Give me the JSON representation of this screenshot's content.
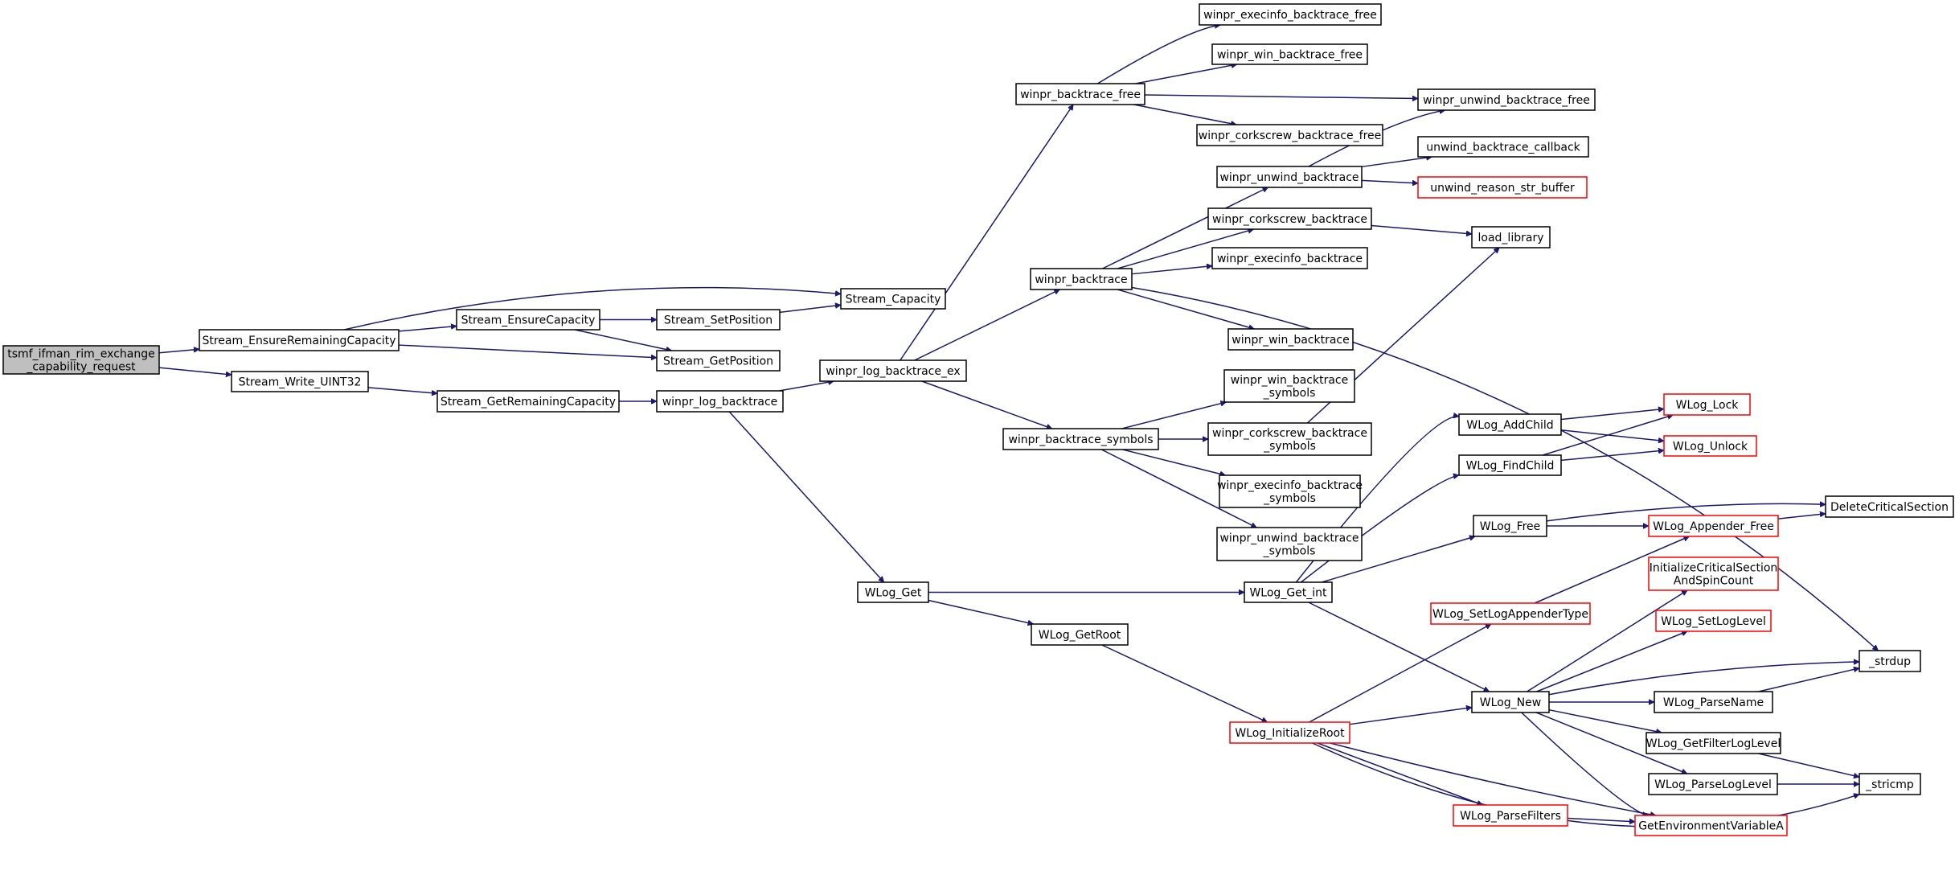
{
  "colors": {
    "edge": "#191970",
    "node_border": "#000000",
    "node_border_highlight": "#ff0000",
    "root_fill": "#bfbfbf",
    "node_fill": "#ffffff"
  },
  "nodes": [
    {
      "id": "root",
      "lines": [
        "tsmf_ifman_rim_exchange",
        "_capability_request"
      ],
      "style": "root"
    },
    {
      "id": "s_erc",
      "lines": [
        "Stream_EnsureRemainingCapacity"
      ]
    },
    {
      "id": "s_w32",
      "lines": [
        "Stream_Write_UINT32"
      ]
    },
    {
      "id": "s_ec",
      "lines": [
        "Stream_EnsureCapacity"
      ]
    },
    {
      "id": "s_gp",
      "lines": [
        "Stream_GetPosition"
      ]
    },
    {
      "id": "s_cap",
      "lines": [
        "Stream_Capacity"
      ]
    },
    {
      "id": "s_sp",
      "lines": [
        "Stream_SetPosition"
      ]
    },
    {
      "id": "s_grc",
      "lines": [
        "Stream_GetRemainingCapacity"
      ]
    },
    {
      "id": "w_lb",
      "lines": [
        "winpr_log_backtrace"
      ]
    },
    {
      "id": "w_lbe",
      "lines": [
        "winpr_log_backtrace_ex"
      ]
    },
    {
      "id": "wl_get",
      "lines": [
        "WLog_Get"
      ]
    },
    {
      "id": "w_bf",
      "lines": [
        "winpr_backtrace_free"
      ]
    },
    {
      "id": "w_bt",
      "lines": [
        "winpr_backtrace"
      ]
    },
    {
      "id": "w_bs",
      "lines": [
        "winpr_backtrace_symbols"
      ]
    },
    {
      "id": "w_eibf",
      "lines": [
        "winpr_execinfo_backtrace_free"
      ]
    },
    {
      "id": "w_wbf",
      "lines": [
        "winpr_win_backtrace_free"
      ]
    },
    {
      "id": "w_ubf",
      "lines": [
        "winpr_unwind_backtrace_free"
      ]
    },
    {
      "id": "w_cbf",
      "lines": [
        "winpr_corkscrew_backtrace_free"
      ]
    },
    {
      "id": "w_ub",
      "lines": [
        "winpr_unwind_backtrace"
      ]
    },
    {
      "id": "ubc",
      "lines": [
        "unwind_backtrace_callback"
      ]
    },
    {
      "id": "ursb",
      "lines": [
        "unwind_reason_str_buffer"
      ],
      "style": "red"
    },
    {
      "id": "w_cb",
      "lines": [
        "winpr_corkscrew_backtrace"
      ]
    },
    {
      "id": "load_lib",
      "lines": [
        "load_library"
      ]
    },
    {
      "id": "w_eib",
      "lines": [
        "winpr_execinfo_backtrace"
      ]
    },
    {
      "id": "w_wb",
      "lines": [
        "winpr_win_backtrace"
      ]
    },
    {
      "id": "w_wbs",
      "lines": [
        "winpr_win_backtrace",
        "_symbols"
      ]
    },
    {
      "id": "w_cbs",
      "lines": [
        "winpr_corkscrew_backtrace",
        "_symbols"
      ]
    },
    {
      "id": "w_eibs",
      "lines": [
        "winpr_execinfo_backtrace",
        "_symbols"
      ]
    },
    {
      "id": "w_ubs",
      "lines": [
        "winpr_unwind_backtrace",
        "_symbols"
      ]
    },
    {
      "id": "wl_ac",
      "lines": [
        "WLog_AddChild"
      ]
    },
    {
      "id": "wl_lock",
      "lines": [
        "WLog_Lock"
      ],
      "style": "red"
    },
    {
      "id": "wl_unlock",
      "lines": [
        "WLog_Unlock"
      ],
      "style": "red"
    },
    {
      "id": "wl_fc",
      "lines": [
        "WLog_FindChild"
      ]
    },
    {
      "id": "dcs",
      "lines": [
        "DeleteCriticalSection"
      ]
    },
    {
      "id": "wl_free",
      "lines": [
        "WLog_Free"
      ]
    },
    {
      "id": "wl_af",
      "lines": [
        "WLog_Appender_Free"
      ],
      "style": "red"
    },
    {
      "id": "wl_gi",
      "lines": [
        "WLog_Get_int"
      ]
    },
    {
      "id": "wl_slat",
      "lines": [
        "WLog_SetLogAppenderType"
      ],
      "style": "red"
    },
    {
      "id": "icsasc",
      "lines": [
        "InitializeCriticalSection",
        "AndSpinCount"
      ],
      "style": "red"
    },
    {
      "id": "wl_sll",
      "lines": [
        "WLog_SetLogLevel"
      ],
      "style": "red"
    },
    {
      "id": "wl_gr",
      "lines": [
        "WLog_GetRoot"
      ]
    },
    {
      "id": "strdup",
      "lines": [
        "_strdup"
      ]
    },
    {
      "id": "wl_new",
      "lines": [
        "WLog_New"
      ]
    },
    {
      "id": "wl_pn",
      "lines": [
        "WLog_ParseName"
      ]
    },
    {
      "id": "wl_ir",
      "lines": [
        "WLog_InitializeRoot"
      ],
      "style": "red"
    },
    {
      "id": "wl_gfll",
      "lines": [
        "WLog_GetFilterLogLevel"
      ]
    },
    {
      "id": "wl_pll",
      "lines": [
        "WLog_ParseLogLevel"
      ]
    },
    {
      "id": "stricmp",
      "lines": [
        "_stricmp"
      ]
    },
    {
      "id": "wl_pf",
      "lines": [
        "WLog_ParseFilters"
      ],
      "style": "red"
    },
    {
      "id": "gev",
      "lines": [
        "GetEnvironmentVariableA"
      ],
      "style": "red"
    }
  ],
  "edges": [
    [
      "root",
      "s_erc"
    ],
    [
      "root",
      "s_w32"
    ],
    [
      "s_erc",
      "s_cap"
    ],
    [
      "s_erc",
      "s_ec"
    ],
    [
      "s_erc",
      "s_gp"
    ],
    [
      "s_ec",
      "s_sp"
    ],
    [
      "s_ec",
      "s_gp"
    ],
    [
      "s_sp",
      "s_cap"
    ],
    [
      "s_w32",
      "s_grc"
    ],
    [
      "s_grc",
      "w_lb"
    ],
    [
      "w_lb",
      "w_lbe"
    ],
    [
      "w_lb",
      "wl_get"
    ],
    [
      "w_lbe",
      "w_bf"
    ],
    [
      "w_lbe",
      "w_bt"
    ],
    [
      "w_lbe",
      "w_bs"
    ],
    [
      "w_bf",
      "w_eibf"
    ],
    [
      "w_bf",
      "w_wbf"
    ],
    [
      "w_bf",
      "w_ubf"
    ],
    [
      "w_bf",
      "w_cbf"
    ],
    [
      "w_bt",
      "w_ub"
    ],
    [
      "w_bt",
      "w_cb"
    ],
    [
      "w_bt",
      "w_eib"
    ],
    [
      "w_bt",
      "w_wb"
    ],
    [
      "w_bt",
      "strdup"
    ],
    [
      "w_ub",
      "w_ubf"
    ],
    [
      "w_ub",
      "ubc"
    ],
    [
      "w_ub",
      "ursb"
    ],
    [
      "w_cb",
      "load_lib"
    ],
    [
      "w_cbs",
      "load_lib"
    ],
    [
      "w_bs",
      "w_wbs"
    ],
    [
      "w_bs",
      "w_cbs"
    ],
    [
      "w_bs",
      "w_eibs"
    ],
    [
      "w_bs",
      "w_ubs"
    ],
    [
      "wl_get",
      "wl_gi"
    ],
    [
      "wl_get",
      "wl_gr"
    ],
    [
      "wl_gi",
      "wl_ac"
    ],
    [
      "wl_gi",
      "wl_fc"
    ],
    [
      "wl_gi",
      "wl_free"
    ],
    [
      "wl_gi",
      "wl_new"
    ],
    [
      "wl_ac",
      "wl_lock"
    ],
    [
      "wl_ac",
      "wl_unlock"
    ],
    [
      "wl_fc",
      "wl_lock"
    ],
    [
      "wl_fc",
      "wl_unlock"
    ],
    [
      "wl_free",
      "dcs"
    ],
    [
      "wl_free",
      "wl_af"
    ],
    [
      "wl_af",
      "dcs"
    ],
    [
      "wl_gr",
      "wl_ir"
    ],
    [
      "wl_ir",
      "wl_slat"
    ],
    [
      "wl_ir",
      "wl_new"
    ],
    [
      "wl_ir",
      "wl_pf"
    ],
    [
      "wl_ir",
      "gev"
    ],
    [
      "wl_ir",
      "stricmp"
    ],
    [
      "wl_slat",
      "wl_af"
    ],
    [
      "wl_new",
      "icsasc"
    ],
    [
      "wl_new",
      "wl_sll"
    ],
    [
      "wl_new",
      "strdup"
    ],
    [
      "wl_new",
      "wl_pn"
    ],
    [
      "wl_new",
      "wl_gfll"
    ],
    [
      "wl_new",
      "wl_pll"
    ],
    [
      "wl_new",
      "gev"
    ],
    [
      "wl_pn",
      "strdup"
    ],
    [
      "wl_gfll",
      "stricmp"
    ],
    [
      "wl_pll",
      "stricmp"
    ],
    [
      "wl_pf",
      "gev"
    ]
  ]
}
